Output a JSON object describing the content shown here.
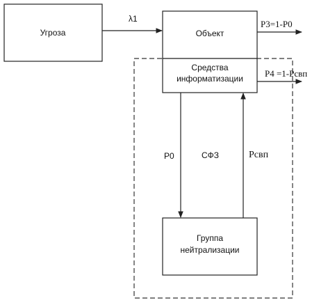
{
  "nodes": {
    "threat": "Угроза",
    "object": "Объект",
    "it_tools_line1": "Средства",
    "it_tools_line2": "информатизации",
    "neutralization_line1": "Группа",
    "neutralization_line2": "нейтрализации"
  },
  "labels": {
    "lambda": "λ1",
    "p3": "P3=1-P0",
    "p4": "P4 =1-Pсвп",
    "p0": "P0",
    "sfz": "СФЗ",
    "psvp": "Pсвп"
  }
}
